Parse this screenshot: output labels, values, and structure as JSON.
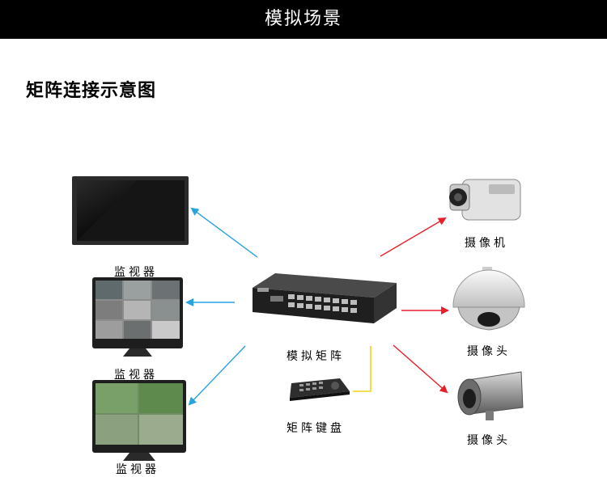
{
  "header": {
    "title": "模拟场景"
  },
  "section": {
    "title": "矩阵连接示意图"
  },
  "nodes": {
    "monitor_top": {
      "label": "监视器"
    },
    "monitor_mid": {
      "label": "监视器"
    },
    "monitor_bottom": {
      "label": "监视器"
    },
    "matrix": {
      "label": "模拟矩阵"
    },
    "keyboard": {
      "label": "矩阵键盘"
    },
    "camcorder": {
      "label": "摄像机"
    },
    "dome_camera": {
      "label": "摄像头"
    },
    "bullet_camera": {
      "label": "摄像头"
    }
  },
  "colors": {
    "banner": "#000000",
    "output_arrow": "#29a3e0",
    "input_arrow": "#e8202a",
    "control_line": "#f2d21b"
  }
}
